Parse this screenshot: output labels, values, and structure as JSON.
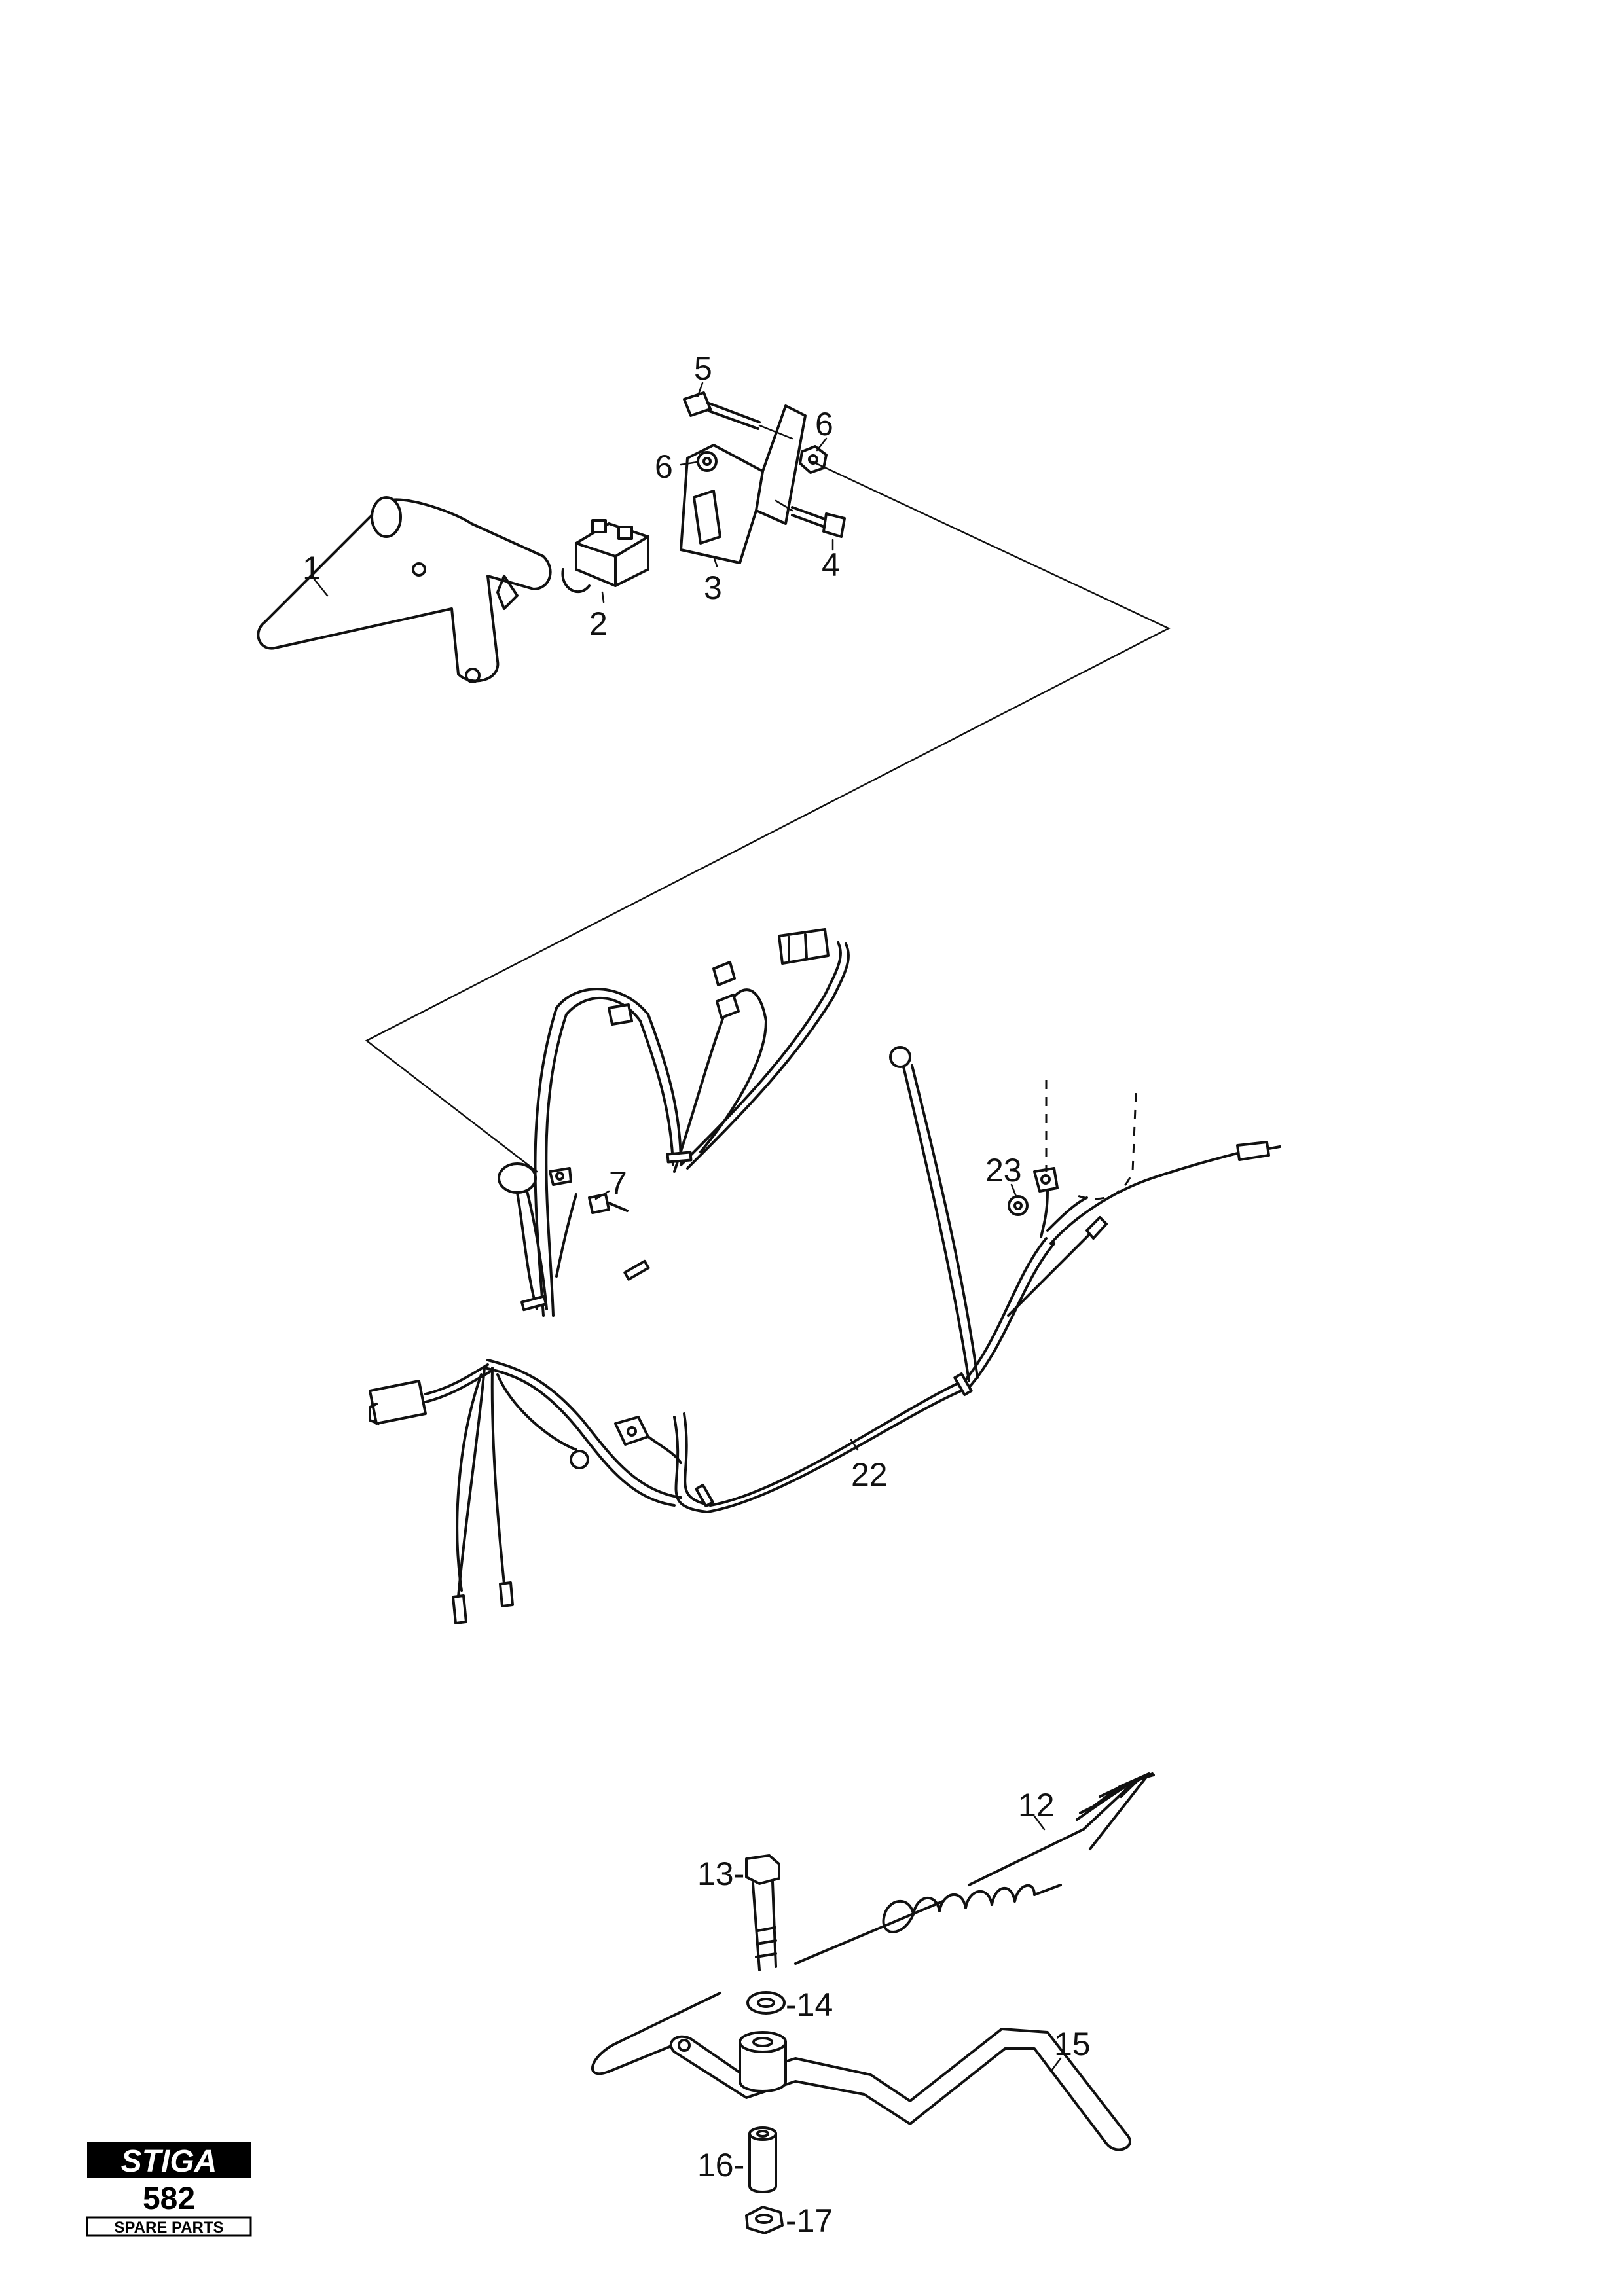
{
  "callouts": {
    "c1": "1",
    "c2": "2",
    "c3": "3",
    "c4": "4",
    "c5": "5",
    "c6a": "6",
    "c6b": "6",
    "c7": "7",
    "c12": "12",
    "c13": "13-",
    "c14": "-14",
    "c15": "15",
    "c16": "16-",
    "c17": "-17",
    "c22": "22",
    "c23": "23"
  },
  "logo": {
    "brand": "STIGA",
    "model": "582",
    "caption": "SPARE PARTS"
  },
  "colors": {
    "ink": "#111111",
    "paper": "#ffffff"
  }
}
